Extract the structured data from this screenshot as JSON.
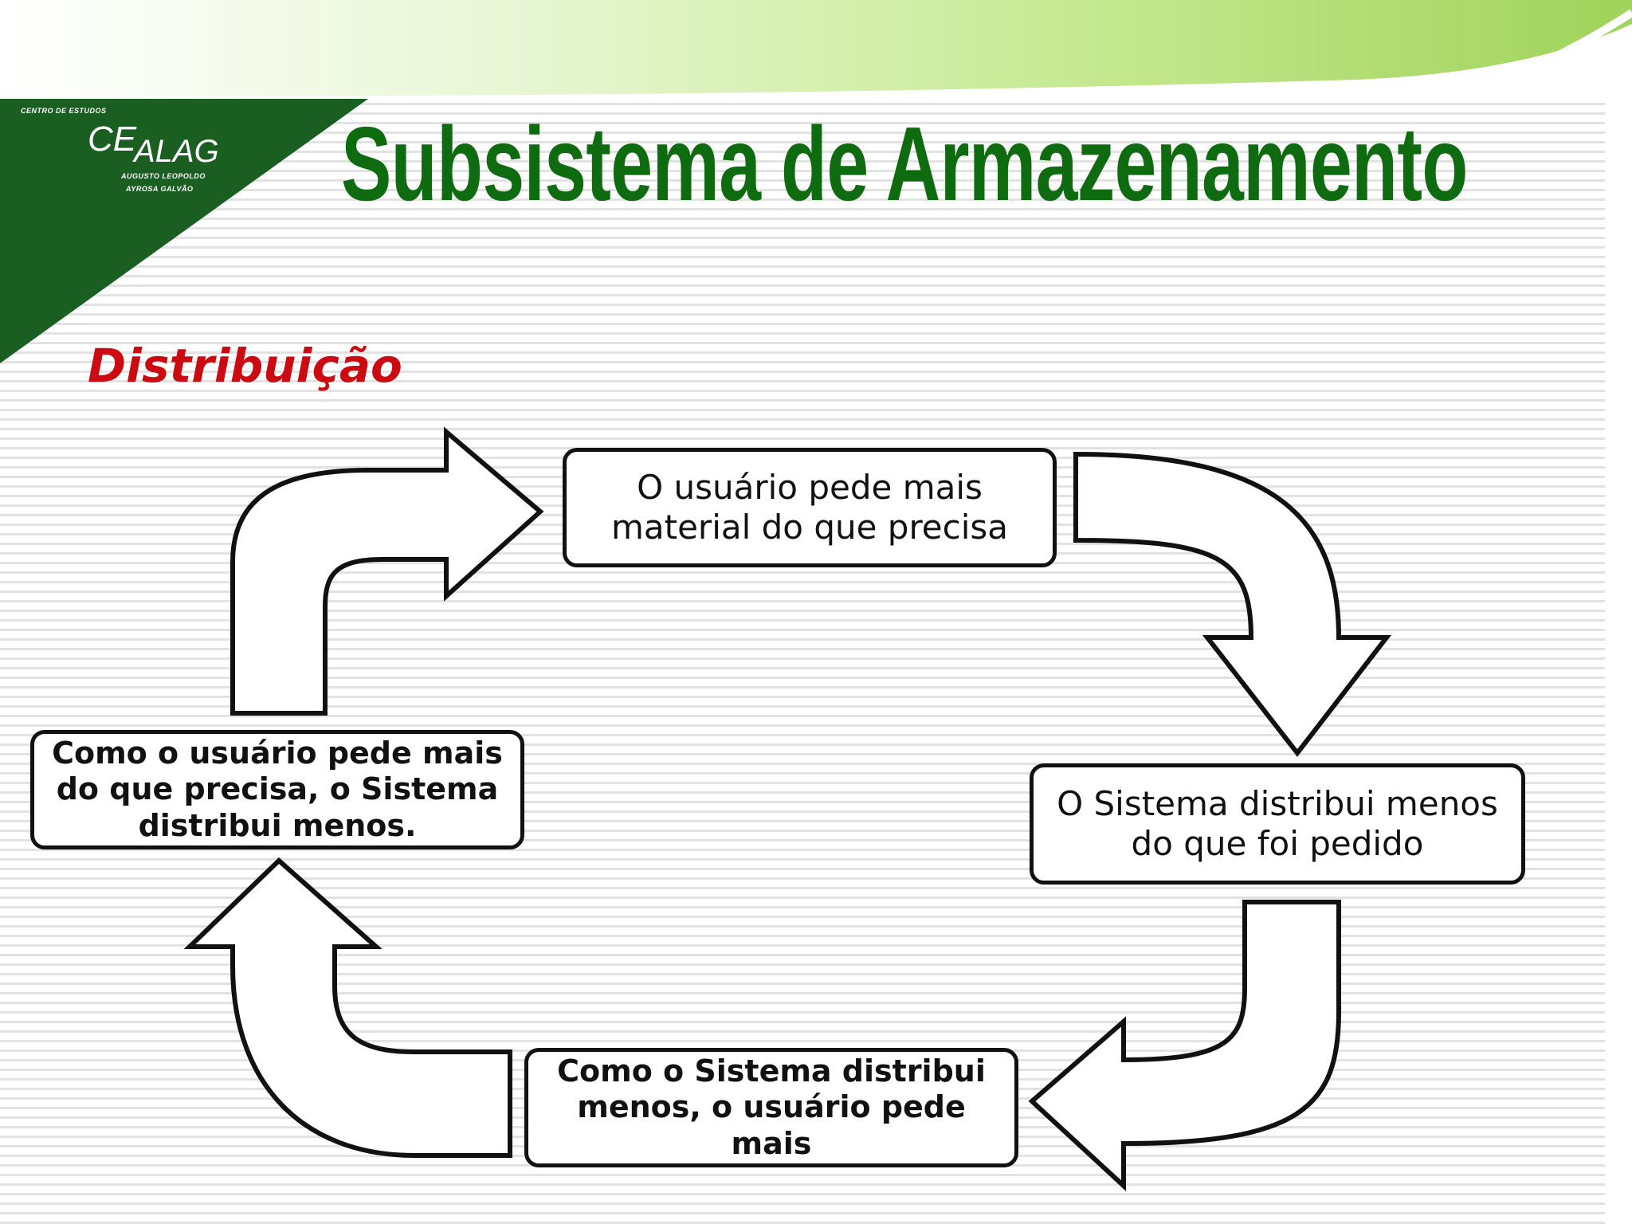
{
  "header": {
    "title": "Subsistema de Armazenamento",
    "section": "Distribuição",
    "band_colors": [
      "#9fd35a",
      "#c7ea93",
      "#e9f7d6"
    ]
  },
  "logo": {
    "line_top": "CENTRO DE ESTUDOS",
    "brand_ce": "CE",
    "brand_alag": "ALAG",
    "line_1": "AUGUSTO LEOPOLDO",
    "line_2": "AYROSA GALVÃO",
    "color": "#1b5e22"
  },
  "cycle": {
    "steps": [
      "O usuário pede mais material do que precisa",
      "O Sistema distribui menos do que foi pedido",
      "Como o Sistema distribui menos, o usuário pede mais",
      "Como o usuário pede mais do que precisa, o Sistema distribui menos."
    ],
    "arrow_icon": "curved-block-arrow-icon"
  },
  "colors": {
    "title_green": "#0f6b0f",
    "section_red": "#cc0a12",
    "outline": "#111111"
  }
}
